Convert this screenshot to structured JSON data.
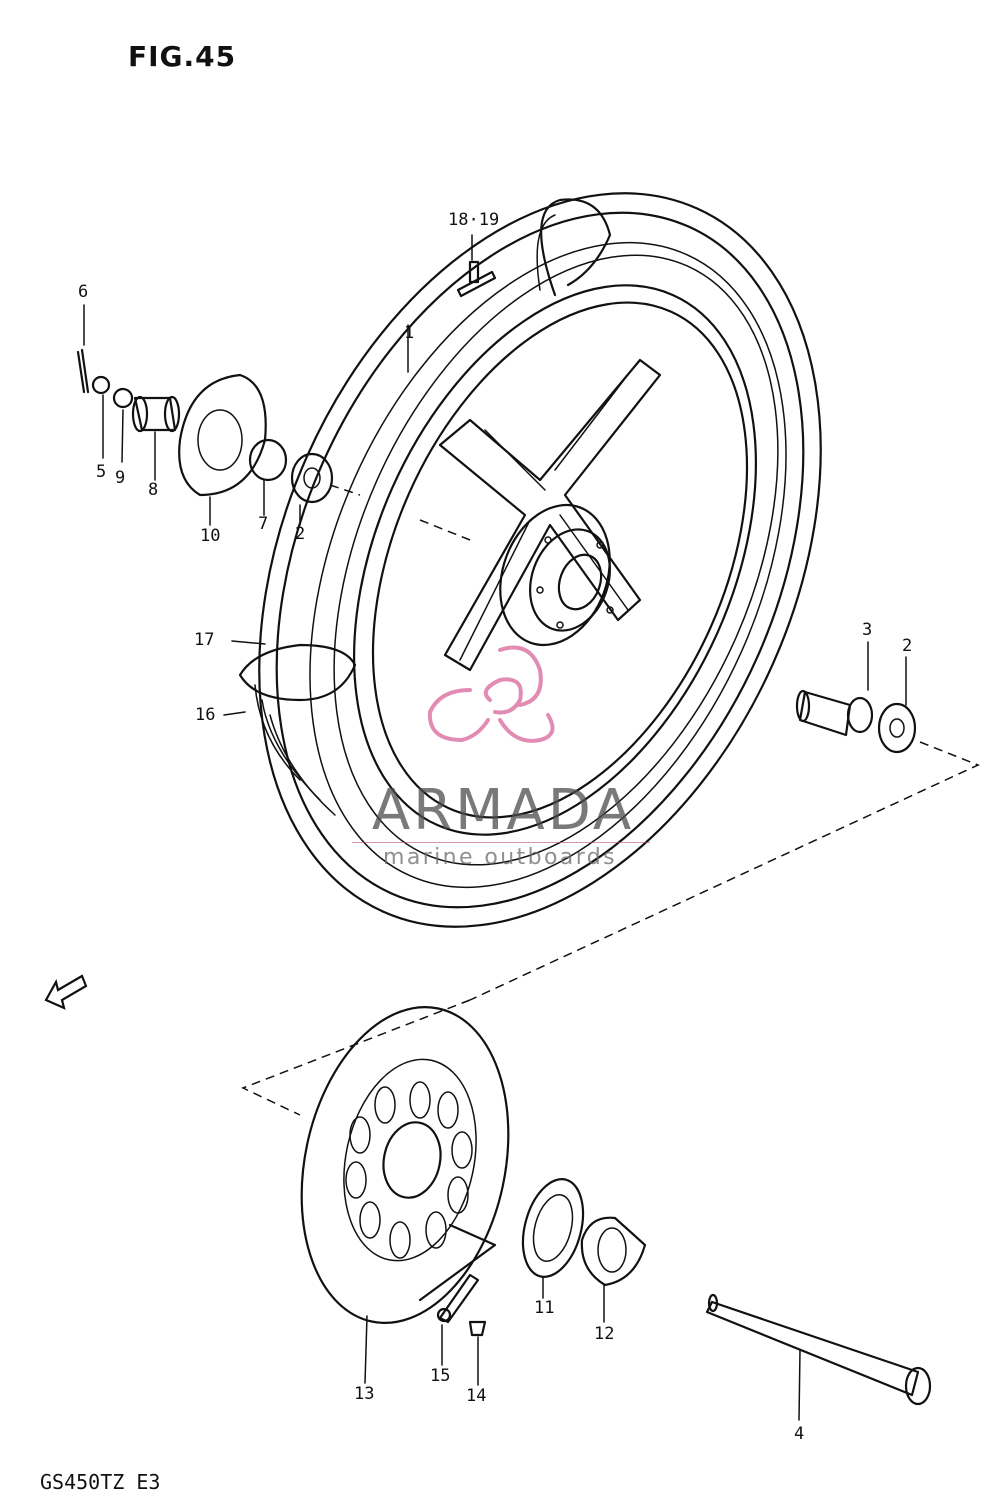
{
  "figure": {
    "title": "FIG.45",
    "model": "GS450TZ  E3"
  },
  "callouts": {
    "c1": "1",
    "c2a": "2",
    "c2b": "2",
    "c3": "3",
    "c4": "4",
    "c5": "5",
    "c6": "6",
    "c7": "7",
    "c8": "8",
    "c9": "9",
    "c10": "10",
    "c11": "11",
    "c12": "12",
    "c13": "13",
    "c14": "14",
    "c15": "15",
    "c16": "16",
    "c17": "17",
    "c18_19": "18·19"
  },
  "watermark": {
    "brand": "ARMADA",
    "tagline": "marine outboards",
    "color": "#d9669a"
  },
  "icons": {
    "direction_arrow": "front-direction-arrow-icon",
    "logo": "armada-logo-icon"
  }
}
